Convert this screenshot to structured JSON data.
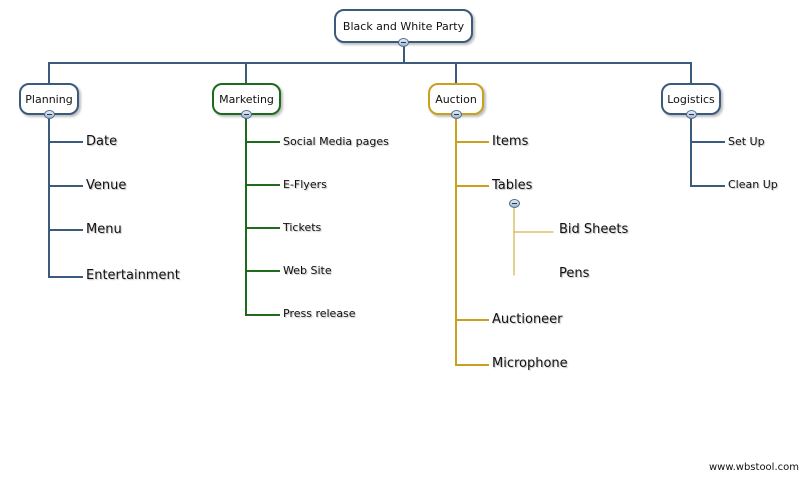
{
  "root": {
    "label": "Black and White Party",
    "color": "#3b5a7c"
  },
  "branches": [
    {
      "label": "Planning",
      "color": "#3b5a7c",
      "items": [
        "Date",
        "Venue",
        "Menu",
        "Entertainment"
      ]
    },
    {
      "label": "Marketing",
      "color": "#1e6b1e",
      "items": [
        "Social Media pages",
        "E-Flyers",
        "Tickets",
        "Web Site",
        "Press release"
      ]
    },
    {
      "label": "Auction",
      "color": "#c9a020",
      "items": [
        "Items",
        "Tables",
        "Auctioneer",
        "Microphone"
      ],
      "sub_items": {
        "Tables": [
          "Bid Sheets",
          "Pens"
        ]
      }
    },
    {
      "label": "Logistics",
      "color": "#3b5a7c",
      "items": [
        "Set Up",
        "Clean Up"
      ]
    }
  ],
  "watermark": "www.wbstool.com"
}
